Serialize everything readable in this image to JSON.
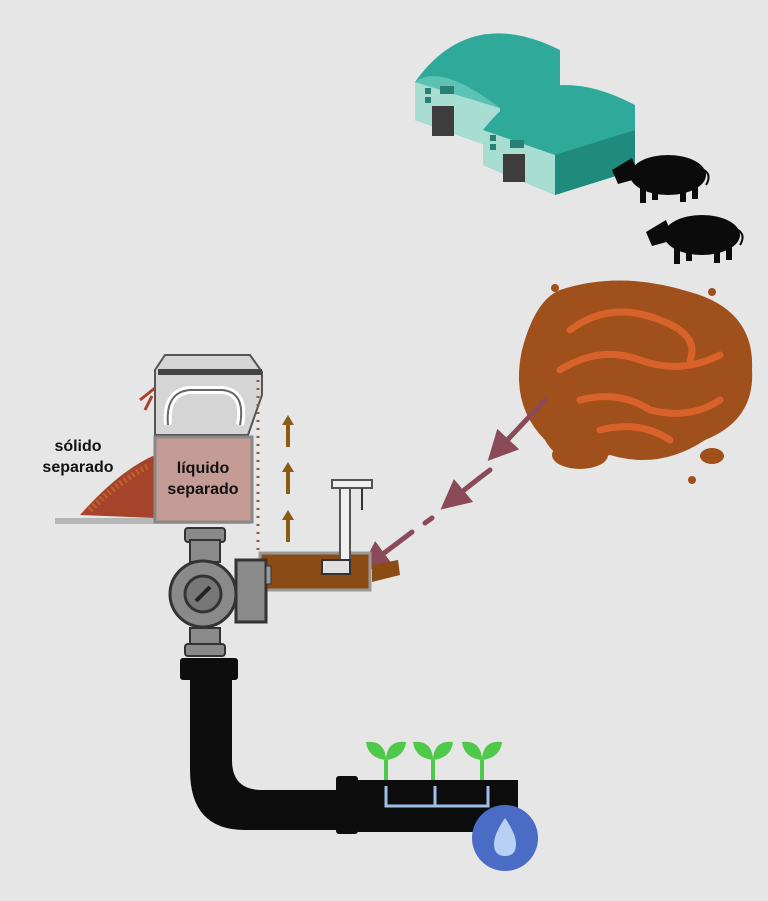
{
  "labels": {
    "solid": [
      "sólido",
      "separado"
    ],
    "liquid": [
      "líquido",
      "separado"
    ]
  },
  "colors": {
    "background": "#e6e6e6",
    "barn_roof": "#2fa99a",
    "barn_front": "#a8ddd2",
    "manure": "#a0501a",
    "manure_swirl": "#d9622a",
    "liquid_box": "#c59b95",
    "pipe": "#0d0d0d",
    "pump": "#8a8a8a",
    "plant": "#4fc94a",
    "water_drop_bg": "#4a6cc4",
    "arrow": "#8b4a57",
    "flow_arrow": "#8a5a16"
  },
  "icons": [
    "barn-icon",
    "pig-icon",
    "manure-icon",
    "separator-icon",
    "pump-icon",
    "tank-icon",
    "pipe-icon",
    "plant-icon",
    "water-drop-icon"
  ]
}
